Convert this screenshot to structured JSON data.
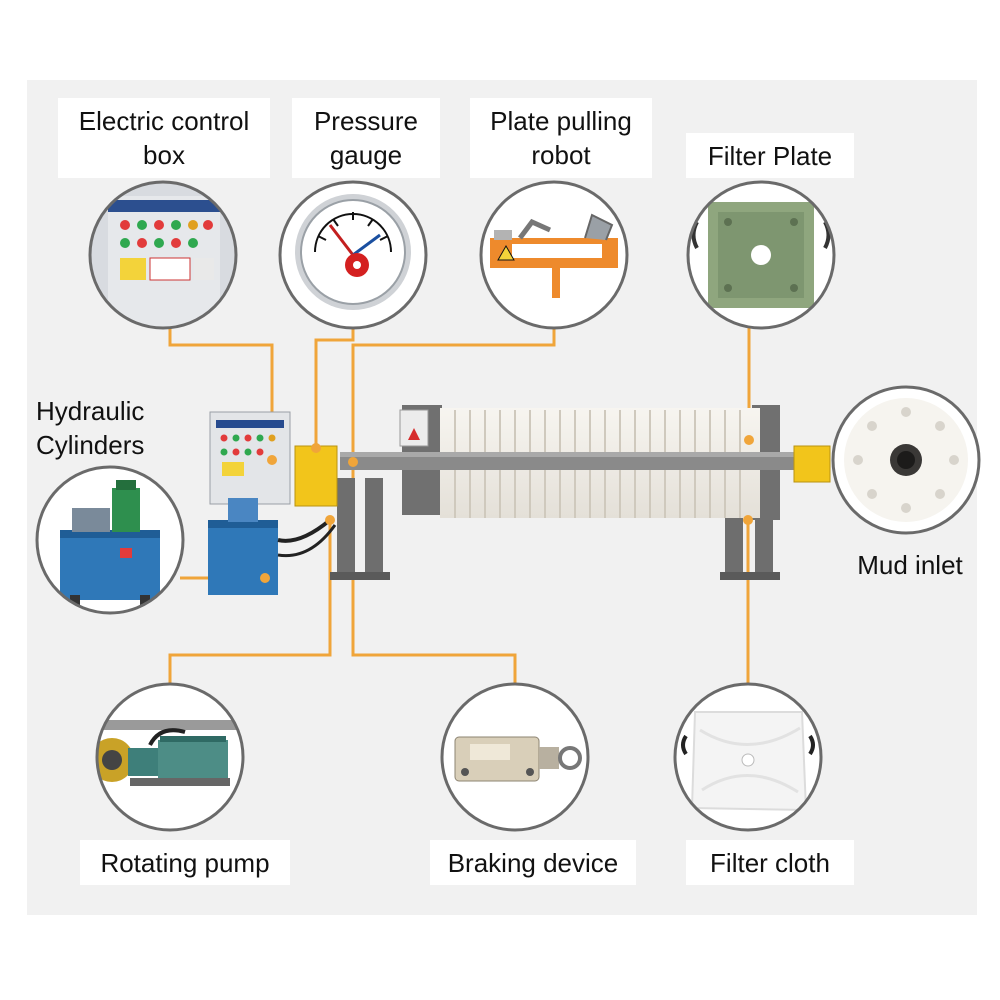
{
  "diagram": {
    "colors": {
      "background": "#f1f1f1",
      "connector": "#f0a53a",
      "frame": "#6b6b6b",
      "cylinder_yellow": "#f2c51b",
      "hydraulic_blue": "#2f78b8",
      "cabinet_grey": "#e3e5e8",
      "filter_cloth": "#f4f1ea",
      "filter_plate_green": "#8fa67e"
    },
    "labels": {
      "electric_control_box": "Electric control box",
      "pressure_gauge": "Pressure gauge",
      "plate_pulling_robot": "Plate pulling robot",
      "filter_plate": "Filter Plate",
      "hydraulic_cylinders": "Hydraulic Cylinders",
      "mud_inlet": "Mud inlet",
      "rotating_pump": "Rotating pump",
      "braking_device": "Braking device",
      "filter_cloth": "Filter cloth"
    },
    "label_lines": {
      "electric_control_box": [
        "Electric control",
        "box"
      ],
      "pressure_gauge": [
        "Pressure",
        "gauge"
      ],
      "plate_pulling_robot": [
        "Plate pulling",
        "robot"
      ],
      "hydraulic_cylinders": [
        "Hydraulic",
        "Cylinders"
      ]
    },
    "icons": {
      "control_box": "control-cabinet-icon",
      "gauge": "pressure-gauge-icon",
      "robot": "plate-pulling-robot-icon",
      "plate": "filter-plate-icon",
      "hydraulic": "hydraulic-station-icon",
      "inlet": "mud-inlet-icon",
      "pump": "rotating-pump-icon",
      "brake": "braking-device-icon",
      "cloth": "filter-cloth-icon"
    }
  }
}
